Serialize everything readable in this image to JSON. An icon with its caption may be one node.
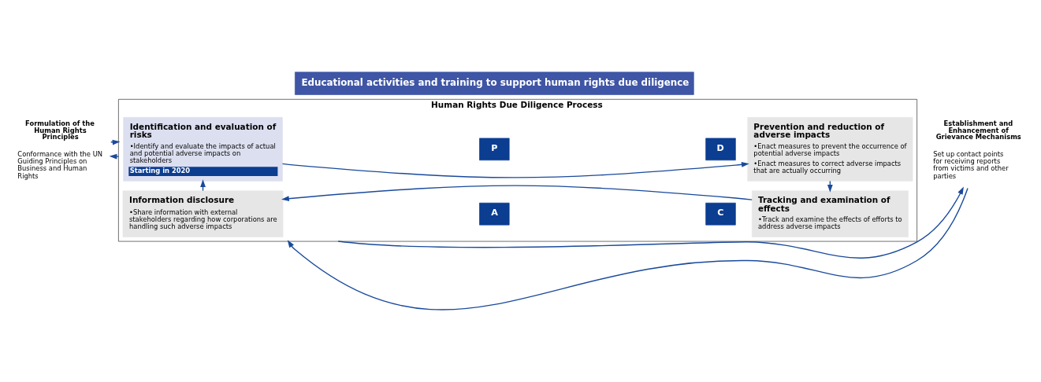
{
  "diagram": {
    "nodes": [
      {
        "text": [
          "Formulation of the Human Rights Principles"
        ],
        "beside": [
          "Conformance with the UN Guiding Principles on Business and Human Rights"
        ]
      },
      {
        "text": [
          "Human Rights Due Diligence Process"
        ]
      },
      {
        "text": [
          "Identification and evaluation of risks",
          "•Identify and evaluate the impacts of actual and potential adverse impacts on stakeholders",
          "Starting in 2020"
        ],
        "in": 1
      },
      {
        "text": [
          "Prevention and reduction of adverse impacts",
          "•Enact measures to prevent the occurrence of potential adverse impacts",
          "•Enact measures to correct adverse impacts that are actually occurring"
        ],
        "in": 1
      },
      {
        "text": [
          "Information disclosure",
          "•Share information with external stakeholders regarding how corporations are handling such adverse impacts"
        ],
        "in": 1
      },
      {
        "text": [
          "Tracking and examination of effects",
          "•Track and examine the effects of efforts to address adverse impacts"
        ],
        "in": 1
      },
      {
        "text": [
          "P"
        ],
        "in": 1
      },
      {
        "text": [
          "D"
        ],
        "in": 1
      },
      {
        "text": [
          "A"
        ],
        "in": 1
      },
      {
        "text": [
          "C"
        ],
        "in": 1
      },
      {
        "text": [
          "Establishment and Enhancement of Grievance Mechanisms"
        ],
        "beside": [
          "Set up contact points for receiving reports from victims and other parties"
        ]
      },
      {
        "text": [
          "Educational activities and training to support human rights due diligence"
        ]
      }
    ],
    "edges": [
      {
        "from": 0,
        "to": 1,
        "arrow": "to"
      },
      {
        "from": 1,
        "to": 0,
        "arrow": "to"
      },
      {
        "from": 1,
        "to": 10,
        "arrow": "to"
      },
      {
        "from": 10,
        "to": 1,
        "arrow": "to"
      },
      {
        "from": 2,
        "to": 3,
        "arrow": "to"
      },
      {
        "from": 3,
        "to": 5,
        "arrow": "to"
      },
      {
        "from": 5,
        "to": 4,
        "arrow": "to"
      },
      {
        "from": 4,
        "to": 2,
        "arrow": "to"
      }
    ]
  }
}
